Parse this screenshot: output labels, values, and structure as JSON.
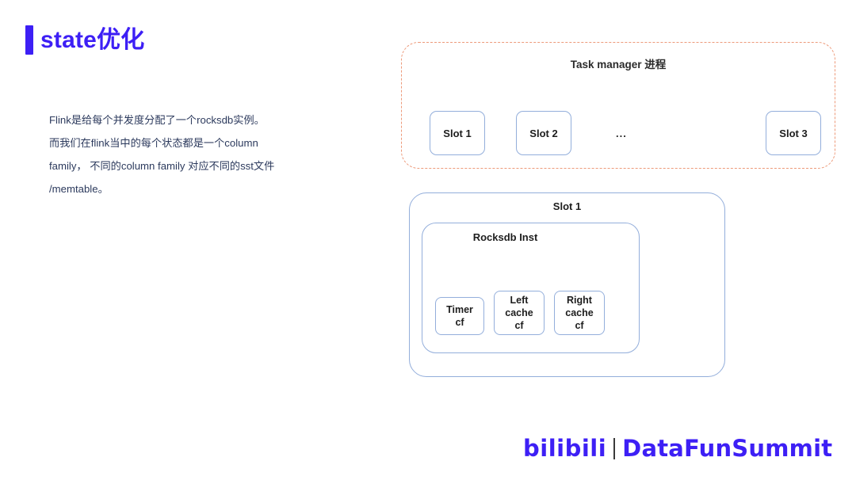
{
  "slide": {
    "title": "state优化",
    "accent_color": "#3d1ff5",
    "body_text_color": "#2c3a5d",
    "paragraph_lines": [
      "Flink是给每个并发度分配了一个rocksdb实例。",
      "而我们在flink当中的每个状态都是一个column",
      "family， 不同的column family 对应不同的sst文件",
      "/memtable。"
    ]
  },
  "diagram": {
    "task_manager": {
      "title": "Task manager 进程",
      "border_color": "#ed9a7a",
      "border_style": "dashed",
      "slots": [
        {
          "label": "Slot 1"
        },
        {
          "label": "Slot 2"
        },
        {
          "label": "Slot 3"
        }
      ],
      "ellipsis": "..."
    },
    "slot_detail": {
      "title": "Slot 1",
      "border_color": "#93aedb",
      "rocksdb": {
        "title": "Rocksdb Inst",
        "column_families": [
          {
            "lines": [
              "Timer",
              "cf"
            ]
          },
          {
            "lines": [
              "Left",
              "cache",
              "cf"
            ]
          },
          {
            "lines": [
              "Right",
              "cache",
              "cf"
            ]
          }
        ]
      }
    }
  },
  "footer": {
    "bilibili": "bilibili",
    "divider": "|",
    "datafun": "DataFunSummit",
    "color": "#3d1ff5"
  }
}
